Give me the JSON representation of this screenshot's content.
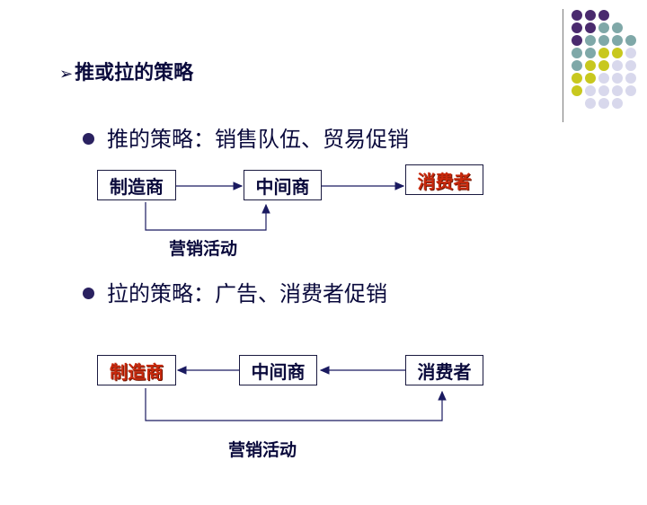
{
  "title": {
    "marker": "➢",
    "text": "推或拉的策略"
  },
  "push": {
    "bullet_text": "推的策略：销售队伍、贸易促销",
    "manufacturer": "制造商",
    "intermediary": "中间商",
    "consumer": "消费者",
    "activity_label": "营销活动"
  },
  "pull": {
    "bullet_text": "拉的策略：广告、消费者促销",
    "manufacturer": "制造商",
    "intermediary": "中间商",
    "consumer": "消费者",
    "activity_label": "营销活动"
  },
  "colors": {
    "purple": "#4a2a6e",
    "teal": "#7fa8a8",
    "yellow": "#c8c81e",
    "lavender": "#d8d8ec",
    "highlight_red": "#c8280c",
    "text_navy": "#0a0a3c"
  }
}
